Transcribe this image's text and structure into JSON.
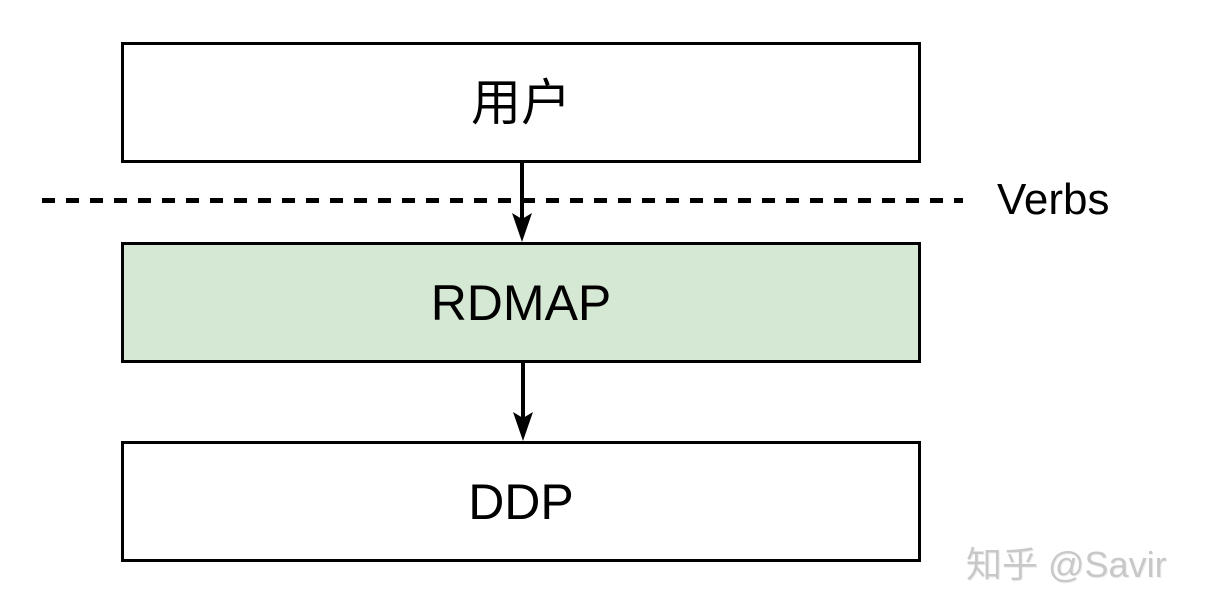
{
  "diagram": {
    "nodes": [
      {
        "id": "user",
        "label": "用户",
        "fill": "#ffffff"
      },
      {
        "id": "rdmap",
        "label": "RDMAP",
        "fill": "#d5e8d4"
      },
      {
        "id": "ddp",
        "label": "DDP",
        "fill": "#ffffff"
      }
    ],
    "connectors": [
      {
        "from": "user",
        "to": "rdmap",
        "direction": "down"
      },
      {
        "from": "rdmap",
        "to": "ddp",
        "direction": "down"
      }
    ],
    "boundary_line": {
      "label": "Verbs",
      "style": "dashed"
    },
    "colors": {
      "node_border": "#000000",
      "node_fill_default": "#ffffff",
      "node_fill_highlight": "#d5e8d4",
      "line": "#000000",
      "watermark": "#c8c8c8"
    }
  },
  "watermark": {
    "text": "知乎 @Savir"
  }
}
